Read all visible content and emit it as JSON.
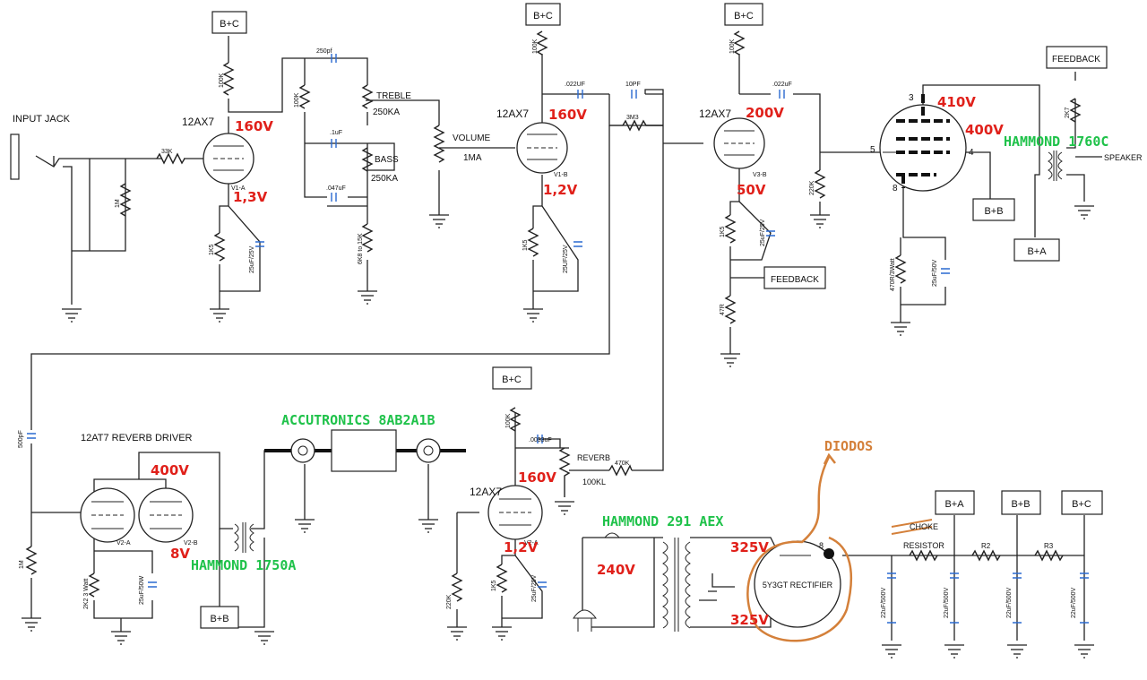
{
  "labels": {
    "bc_v1": "B+C",
    "bc_v1b": "B+C",
    "bc_v3b": "B+C",
    "bc_rev": "B+C",
    "bc_psu": "B+C",
    "ba_psu": "B+A",
    "bb_psu": "B+B",
    "ba_out": "B+A",
    "bb_out": "B+B",
    "bb_rev": "B+B",
    "feedback_top": "FEEDBACK",
    "feedback_v3": "FEEDBACK",
    "input_jack": "INPUT JACK",
    "tube_v1a": "12AX7",
    "tube_v1b": "12AX7",
    "tube_v3b": "12AX7",
    "tube_v2a": "12AX7",
    "v1a_id": "V1-A",
    "v1b_id": "V1-B",
    "v3b_id": "V3-B",
    "v2a_rev_id": "V2-A",
    "rev_driver": "12AT7 REVERB DRIVER",
    "v2a_id": "V2-A",
    "v2b_id": "V2-B",
    "treble": "TREBLE",
    "treble_val": "250KA",
    "bass": "BASS",
    "bass_val": "250KA",
    "volume": "VOLUME",
    "volume_val": "1MA",
    "reverb": "REVERB",
    "reverb_val": "100KL",
    "speaker": "SPEAKER",
    "rectifier": "5Y3GT RECTIFIER",
    "choke": "CHOKE",
    "resistor": "RESISTOR",
    "r2": "R2",
    "r3": "R3",
    "pin3": "3",
    "pin4": "4",
    "pin5": "5",
    "pin8": "8",
    "rect_pin8": "8",
    "c250pf": "250pf",
    "r100k_tone": "100K",
    "c1uf": ".1uF",
    "c047uf": ".047uF",
    "r6k8": "6K8 to 15K",
    "r33k": "33K",
    "r1m_in": "1M",
    "r100k_v1a": "100K",
    "r1k5_v1a": "1K5",
    "c25uf_v1a": "25uF/25V",
    "r100k_v1b": "100K",
    "c022_v1b": ".022UF",
    "c10pf": "10PF",
    "r3m3": "3M3",
    "r1k5_v1b": "1K5",
    "c25uf_v1b": "25UF/25V",
    "r100k_v3b": "100K",
    "c022_v3b": ".022uF",
    "r220k_out": "220K",
    "r1k5_v3b": "1K5",
    "c25uf_v3b": "25uF/25V",
    "r47r": "47R",
    "r470r": "470R/3Watt",
    "c25uf_out": "25uF/50V",
    "r2k7": "2K7",
    "c500pf": "500pF",
    "r1m_rev": "1M",
    "r2k2": "2K2 3 Watt",
    "c25uf50w": "25uF/50W",
    "r100k_rev": "100K",
    "c0033": ".0033uF",
    "r470k": "470K",
    "r220k_rev": "220K",
    "r1k5_rev": "1K5",
    "c25uf_rev": "25uF/25V",
    "c22uf_1": "22uF/500V",
    "c22uf_2": "22uF/500V",
    "c22uf_3": "22uF/500V",
    "c22uf_4": "22uF/500V"
  },
  "annotations": {
    "v1a_plate": "160V",
    "v1a_cathode": "1,3V",
    "v1b_plate": "160V",
    "v1b_cathode": "1,2V",
    "v3b_plate": "200V",
    "v3b_cathode": "50V",
    "out_plate": "410V",
    "out_screen": "400V",
    "rev_plate": "400V",
    "rev_cathode": "8V",
    "v2a_plate": "160V",
    "v2a_cathode": "1,2V",
    "mains": "240V",
    "hv_top": "325V",
    "hv_bottom": "325V",
    "hammond_out": "HAMMOND 1760C",
    "hammond_rev": "HAMMOND 1750A",
    "hammond_pt": "HAMMOND 291 AEX",
    "accutronics": "ACCUTRONICS 8AB2A1B",
    "diodos": "DIODOS"
  },
  "colors": {
    "voltage": "#e0201a",
    "part_note": "#1fc24a",
    "diode_note": "#d4803a"
  }
}
